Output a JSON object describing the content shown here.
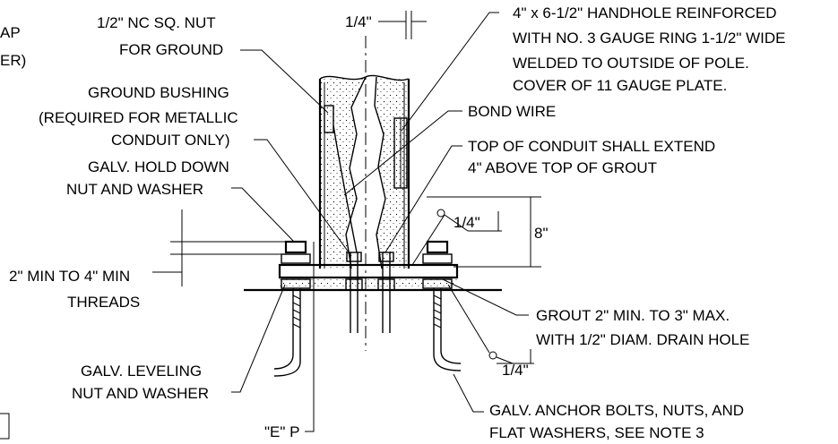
{
  "labels": {
    "cut_top_left_1": "AP",
    "cut_top_left_2": "ER)",
    "sq_nut_1": "1/2\" NC SQ. NUT",
    "sq_nut_2": "FOR GROUND",
    "ground_bushing_1": "GROUND BUSHING",
    "ground_bushing_2": "(REQUIRED FOR METALLIC",
    "ground_bushing_3": "CONDUIT ONLY)",
    "hold_down_1": "GALV. HOLD DOWN",
    "hold_down_2": "NUT AND WASHER",
    "threads_1": "2\" MIN TO 4\" MIN",
    "threads_2": "THREADS",
    "leveling_1": "GALV. LEVELING",
    "leveling_2": "NUT AND WASHER",
    "e_p": "\"E\" P",
    "top_dim": "1/4\"",
    "handhole_1": "4\" x 6-1/2\" HANDHOLE REINFORCED",
    "handhole_2": "WITH NO. 3 GAUGE RING 1-1/2\" WIDE",
    "handhole_3": "WELDED TO OUTSIDE OF POLE.",
    "handhole_4": "COVER OF 11 GAUGE PLATE.",
    "bond_wire": "BOND WIRE",
    "conduit_1": "TOP OF CONDUIT SHALL EXTEND",
    "conduit_2": "4\" ABOVE TOP OF GROUT",
    "weld_upper": "1/4\"",
    "eight_dim": "8\"",
    "grout_1": "GROUT 2\" MIN. TO 3\" MAX.",
    "grout_2": "WITH 1/2\" DIAM. DRAIN HOLE",
    "weld_lower": "1/4\"",
    "anchor_1": "GALV.  ANCHOR BOLTS, NUTS, AND",
    "anchor_2": "FLAT WASHERS, SEE NOTE 3"
  }
}
